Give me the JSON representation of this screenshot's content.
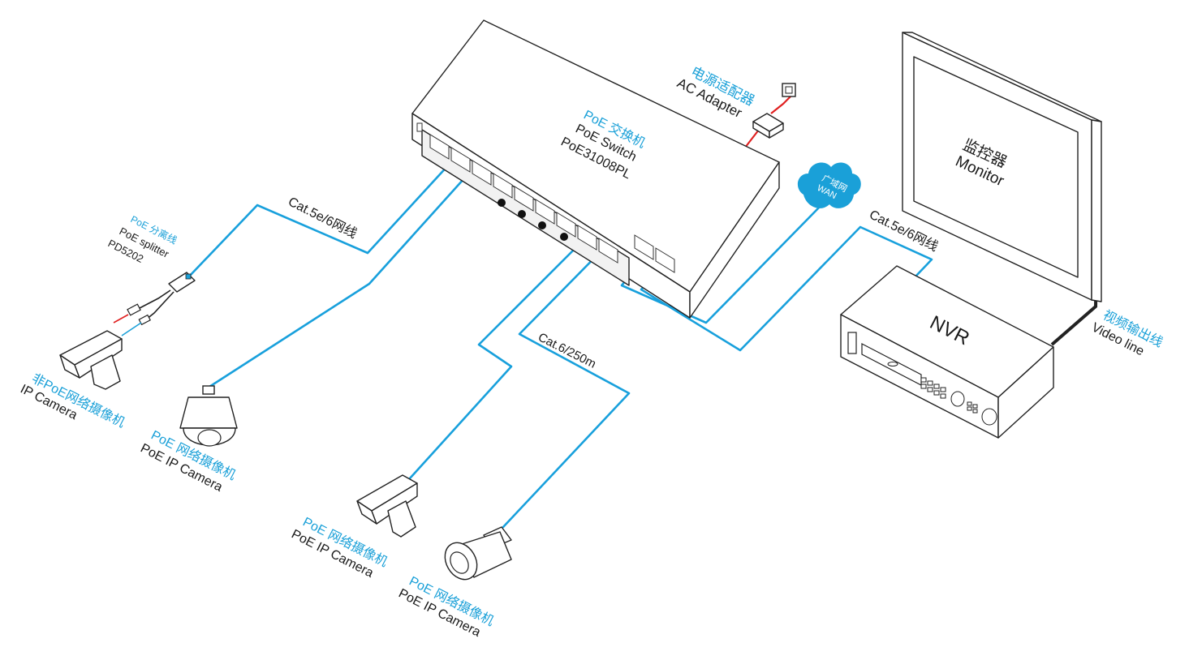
{
  "switch": {
    "label_cn": "PoE 交换机",
    "label_en": "PoE  Switch",
    "model": "PoE31008PL"
  },
  "adapter": {
    "label_cn": "电源适配器",
    "label_en": "AC Adapter"
  },
  "wan": {
    "label_cn": "广域网",
    "label_en": "WAN"
  },
  "monitor": {
    "label_cn": "监控器",
    "label_en": "Monitor"
  },
  "nvr": {
    "label": "NVR"
  },
  "video_line": {
    "label_cn": "视频输出线",
    "label_en": "Video line"
  },
  "cables": {
    "cat5_left": "Cat.5e/6网线",
    "cat5_right": "Cat.5e/6网线",
    "cat6": "Cat.6/250m"
  },
  "splitter": {
    "label_cn": "PoE 分离线",
    "label_en": "PoE splitter",
    "model": "PD5202"
  },
  "cameras": {
    "non_poe": {
      "label_cn": "非PoE网络摄像机",
      "label_en": "IP Camera"
    },
    "dome": {
      "label_cn": "PoE 网络摄像机",
      "label_en": "PoE IP Camera"
    },
    "box": {
      "label_cn": "PoE 网络摄像机",
      "label_en": "PoE IP Camera"
    },
    "bullet": {
      "label_cn": "PoE 网络摄像机",
      "label_en": "PoE IP Camera"
    }
  },
  "colors": {
    "cable": "#18a0dc",
    "label_blue": "#1aa0d8",
    "power_wire": "#e02020",
    "outline": "#222222",
    "video_cable": "#222222"
  }
}
